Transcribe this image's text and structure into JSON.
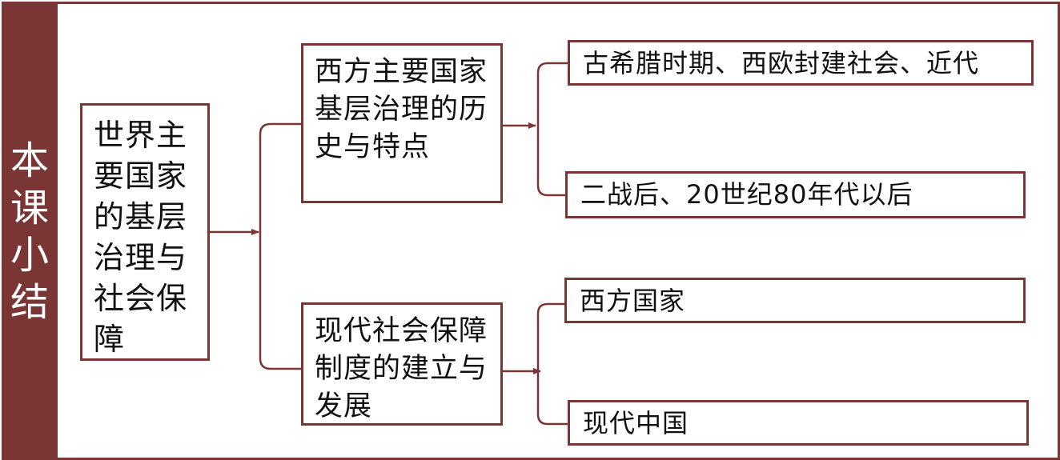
{
  "side_tab": {
    "label": "本课小结"
  },
  "root": {
    "label": "世界主要国家的基层治理与社会保障"
  },
  "branches": [
    {
      "label": "西方主要国家基层治理的历史与特点",
      "leaves": [
        "古希腊时期、西欧封建社会、近代",
        "二战后、20世纪80年代以后"
      ]
    },
    {
      "label": "现代社会保障制度的建立与发展",
      "leaves": [
        "西方国家",
        "现代中国"
      ]
    }
  ],
  "colors": {
    "accent": "#7a3535",
    "background": "#ffffff",
    "text": "#111111"
  }
}
